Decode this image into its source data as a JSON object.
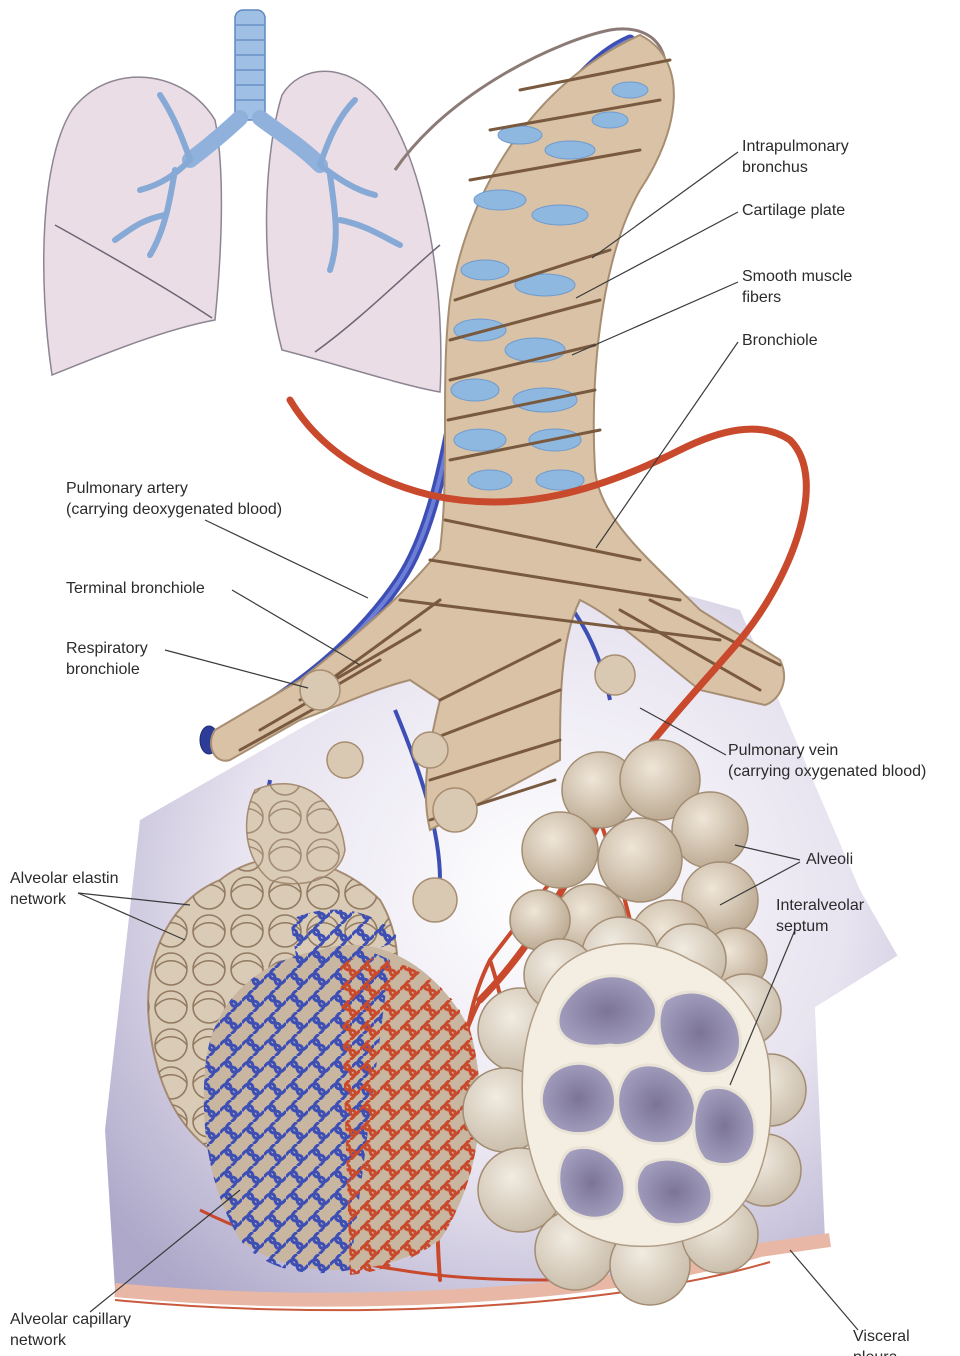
{
  "labels": {
    "intrapulmonary_bronchus": "Intrapulmonary\nbronchus",
    "cartilage_plate": "Cartilage plate",
    "smooth_muscle_fibers": "Smooth muscle\nfibers",
    "bronchiole": "Bronchiole",
    "pulmonary_artery": "Pulmonary artery\n(carrying deoxygenated blood)",
    "terminal_bronchiole": "Terminal bronchiole",
    "respiratory_bronchiole": "Respiratory\nbronchiole",
    "pulmonary_vein": "Pulmonary vein\n(carrying oxygenated blood)",
    "alveoli": "Alveoli",
    "interalveolar_septum": "Interalveolar\nseptum",
    "alveolar_elastin_network": "Alveolar elastin\nnetwork",
    "alveolar_capillary_network": "Alveolar capillary\nnetwork",
    "visceral_pleura": "Visceral\npleura"
  },
  "colors": {
    "airway": "#d9c2a6",
    "muscle": "#7a5a3e",
    "cartilage": "#8fb8e0",
    "artery_blue": "#3d4fb5",
    "vein_red": "#c8492c",
    "lung": "#eadde6",
    "pleura_bg": "#cfc9e0"
  }
}
